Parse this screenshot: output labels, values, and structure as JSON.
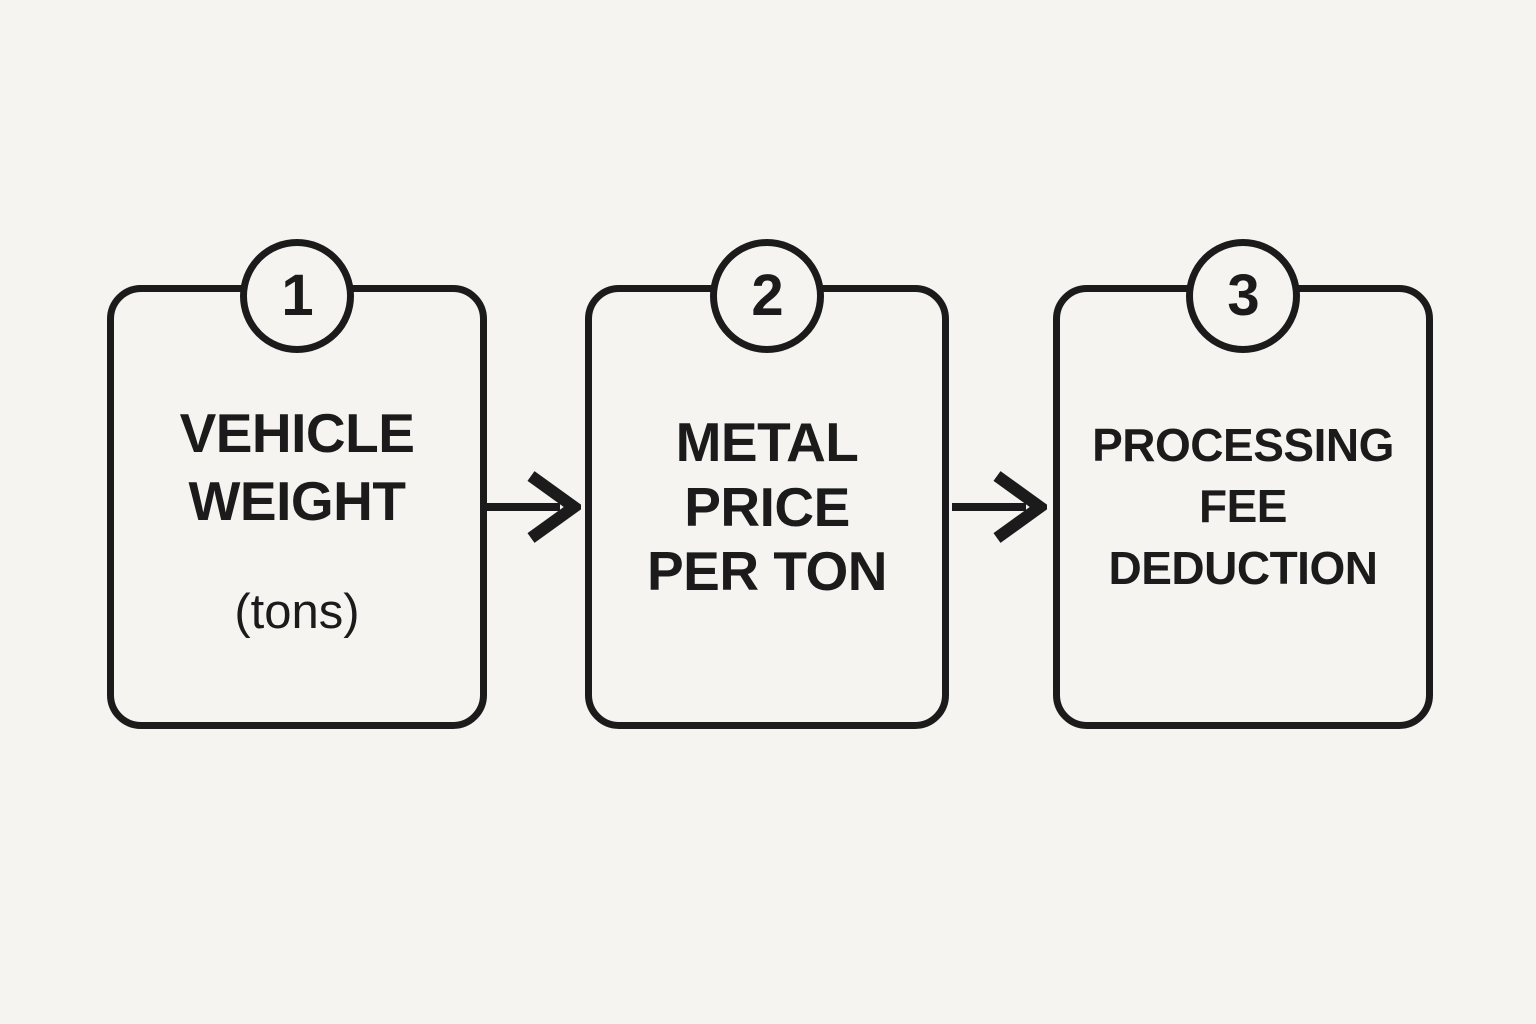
{
  "diagram": {
    "title": "scrap-value-calculation-steps",
    "steps": [
      {
        "number": "1",
        "title_lines": [
          "VEHICLE",
          "WEIGHT"
        ],
        "subtitle": "(tons)"
      },
      {
        "number": "2",
        "title_lines": [
          "METAL",
          "PRICE",
          "PER TON"
        ]
      },
      {
        "number": "3",
        "title_lines": [
          "PROCESSING",
          "FEE",
          "DEDUCTION"
        ]
      }
    ],
    "connectors": [
      {
        "from": "1",
        "to": "2",
        "type": "arrow-right"
      },
      {
        "from": "2",
        "to": "3",
        "type": "arrow-right"
      }
    ]
  },
  "colors": {
    "background": "#f5f4f1",
    "ink": "#1b1b1b"
  }
}
